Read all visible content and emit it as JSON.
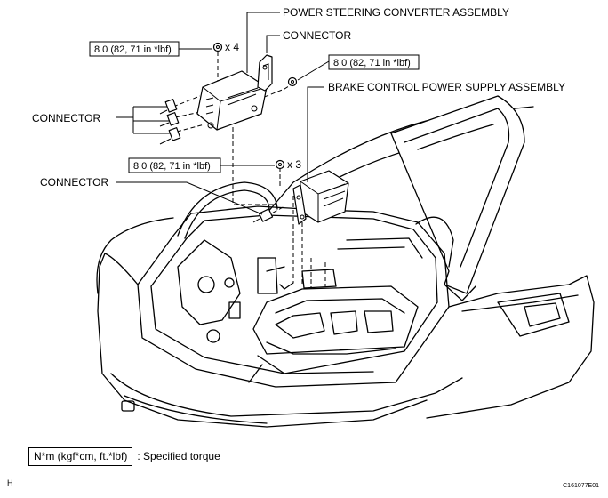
{
  "labels": {
    "ps_converter": "POWER STEERING CONVERTER ASSEMBLY",
    "connector_top": "CONNECTOR",
    "brake_supply": "BRAKE CONTROL POWER SUPPLY ASSEMBLY",
    "connector_left": "CONNECTOR",
    "connector_mid": "CONNECTOR"
  },
  "torques": {
    "t1": "8 0 (82, 71 in *lbf)",
    "t2": "8 0 (82, 71 in *lbf)",
    "t3": "8 0 (82, 71 in *lbf)"
  },
  "counts": {
    "x4": "x 4",
    "x3": "x 3"
  },
  "legend": {
    "unit_box": "N*m (kgf*cm, ft.*lbf)",
    "text": ": Specified torque"
  },
  "footer": {
    "letter": "H",
    "code": "C161077E01"
  }
}
